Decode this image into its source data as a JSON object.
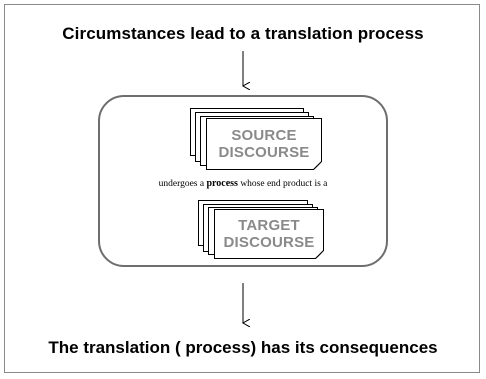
{
  "top_heading": "Circumstances lead to a translation process",
  "bottom_heading": "The translation ( process) has its consequences",
  "source_document": {
    "line1": "SOURCE",
    "line2": "DISCOURSE"
  },
  "target_document": {
    "line1": "TARGET",
    "line2": "DISCOURSE"
  },
  "middle_sentence": {
    "before": "undergoes a",
    "emphasis": "process",
    "after": "whose end product is a"
  },
  "colors": {
    "document_label": "#8a8a8a",
    "box_border": "#6e6e6e",
    "frame_border": "#8a8a8a"
  }
}
